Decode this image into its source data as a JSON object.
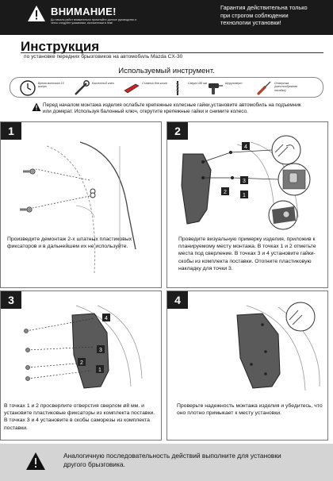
{
  "header": {
    "warning_title": "ВНИМАНИЕ!",
    "warning_subtext": "До начала работ внимательно прочитайте данное руководство и четко следуйте указаниям, изложенным в нем!",
    "guarantee_text": "Гарантия действительна только при строгом соблюдении технологии установки!",
    "bar_color": "#1a1a1a"
  },
  "document": {
    "title": "Инструкция",
    "subtitle": "по установке передних брызговиков на автомобиль Mazda CX-30"
  },
  "tools": {
    "heading": "Используемый инструмент.",
    "items": [
      {
        "label": "Время монтажа 15 минут",
        "icon": "clock-icon"
      },
      {
        "label": "Баллонный ключ",
        "icon": "wrench-icon"
      },
      {
        "label": "Съемник для клипс",
        "icon": "clip-remover-icon"
      },
      {
        "label": "Сверло Ø8 мм",
        "icon": "drill-icon"
      },
      {
        "label": "Шуруповерт",
        "icon": "screwdriver-icon"
      },
      {
        "label": "Отвертка (крестообразная насадка)",
        "icon": "phillips-screwdriver-icon"
      }
    ]
  },
  "note": {
    "icon": "warning-icon",
    "text": "Перед началом монтажа изделия ослабьте крепежные колесные гайки,установите автомобиль на подъемник или домкрат. Используя балонный ключ, открутите крепежные гайки и снимите колесо."
  },
  "steps": [
    {
      "number": "1",
      "text": "Произведите демонтаж 2-х штатных пластиковых фиксаторов и в дальнейшем их не используйте."
    },
    {
      "number": "2",
      "text": "Проведите визуальную примерку изделия, приложив к планируемому месту монтажа. В точках 1 и 2 отметьте места под сверление. В точках 3 и 4 установите гайки-скобы из комплекта поставки. Отогните пластиковую накладку для точки 3."
    },
    {
      "number": "3",
      "text": "В точках 1 и 2  просверлите отверстия сверлом ø8 мм. и установите пластиковые фиксаторы из комплекта поставки. В точках 3 и 4 установите в скобы саморезы из комплекта поставки."
    },
    {
      "number": "4",
      "text": "Проверьте надежность монтажа изделия и убедитесь, что оно плотно примыкает к месту установки."
    }
  ],
  "callouts": {
    "p2": [
      "4",
      "3",
      "2",
      "1"
    ],
    "p3": [
      "4",
      "3",
      "2",
      "1"
    ]
  },
  "footer": {
    "icon": "warning-icon",
    "text": "Аналогичную последовательность действий выполните для установки другого брызговика."
  }
}
